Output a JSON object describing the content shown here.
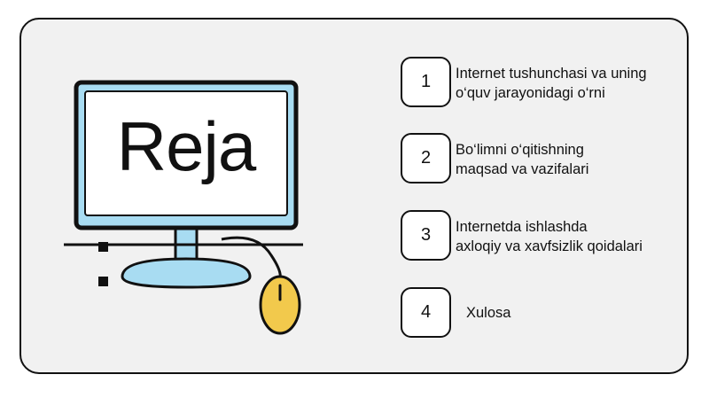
{
  "slide": {
    "title": "Reja",
    "items": [
      {
        "number": "1",
        "text": "Internet tushunchasi va uning\no‘quv jarayonidagi o‘rni"
      },
      {
        "number": "2",
        "text": " Bo‘limni o‘qitishning\nmaqsad va vazifalari"
      },
      {
        "number": "3",
        "text": "Internetda ishlashda\naxloqiy va xavfsizlik qoidalari"
      },
      {
        "number": "4",
        "text": "Xulosa"
      }
    ]
  },
  "colors": {
    "card_background": "#f1f1f1",
    "screen_frame": "#1a1a1a",
    "screen_bezel": "#a8dcf2",
    "screen_face": "#ffffff",
    "stand": "#a8dcf2",
    "mouse": "#f2c94c"
  }
}
